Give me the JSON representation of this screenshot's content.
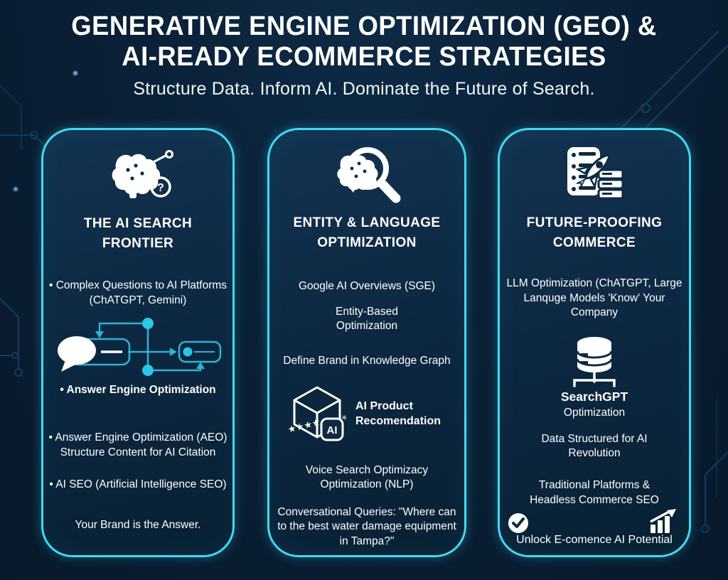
{
  "header": {
    "title_line1": "GENERATIVE ENGINE OPTIMIZATION (GEO) &",
    "title_line2": "AI-READY ECOMMERCE STRATEGIES",
    "subtitle": "Structure Data. Inform AI. Dominate the Future of Search."
  },
  "colors": {
    "background": "#0a2036",
    "card_background": "#0d2a42",
    "accent_cyan": "#40d9f6",
    "diagram_teal": "#2db3d6",
    "node_cyan": "#29c6ea",
    "text": "#ffffff"
  },
  "icons": {
    "card1_header": "brain-circuit-question-icon",
    "card1_diagram": "speech-to-answer-flow-diagram",
    "card2_header": "brain-magnifier-icon",
    "card2_product": "product-box-ai-icon",
    "card3_header": "rocket-checklist-server-icon",
    "card3_database": "database-structure-icon",
    "card3_check": "check-circle-icon",
    "card3_chart": "growth-chart-icon"
  },
  "cards": {
    "frontier": {
      "title": "THE AI SEARCH FRONTIER",
      "item1": "Complex Questions to AI Platforms (ChATGPT, Gemini)",
      "item2": "Answer Engine Optimization",
      "item3": "Answer Engine Optimization (AEO) Structure Content for AI Citation",
      "item4": "AI SEO (Artificial Intelligence SEO)",
      "footer": "Your Brand is the Answer.",
      "icon_question_glyph": "?"
    },
    "entity": {
      "title": "ENTITY & LANGUAGE OPTIMIZATION",
      "item_sge": "Google AI Overviews (SGE)",
      "item_entity": "Entity-Based Optimization",
      "item_kg": "Define Brand in Knowledge Graph",
      "product_label": "AI Product Recomendation",
      "product_badge": "AI",
      "product_stars": "★★★★",
      "item_voice": "Voice Search Optimizacy Optimization (NLP)",
      "item_conv": "Conversational Queries: \"Where can to the best water damage equipment in Tampa?\""
    },
    "future": {
      "title": "FUTURE-PROOFING COMMERCE",
      "item_llm": "LLM Optimization (ChATGPT, Large Lanquge Models 'Know' Your Company",
      "searchgpt_title": "SearchGPT",
      "searchgpt_sub": "Optimization",
      "item_data": "Data Structured for AI Revolution",
      "item_traditional": "Traditional Platforms & Headless Commerce SEO",
      "footer": "Unlock E-comence AI Potential"
    }
  }
}
